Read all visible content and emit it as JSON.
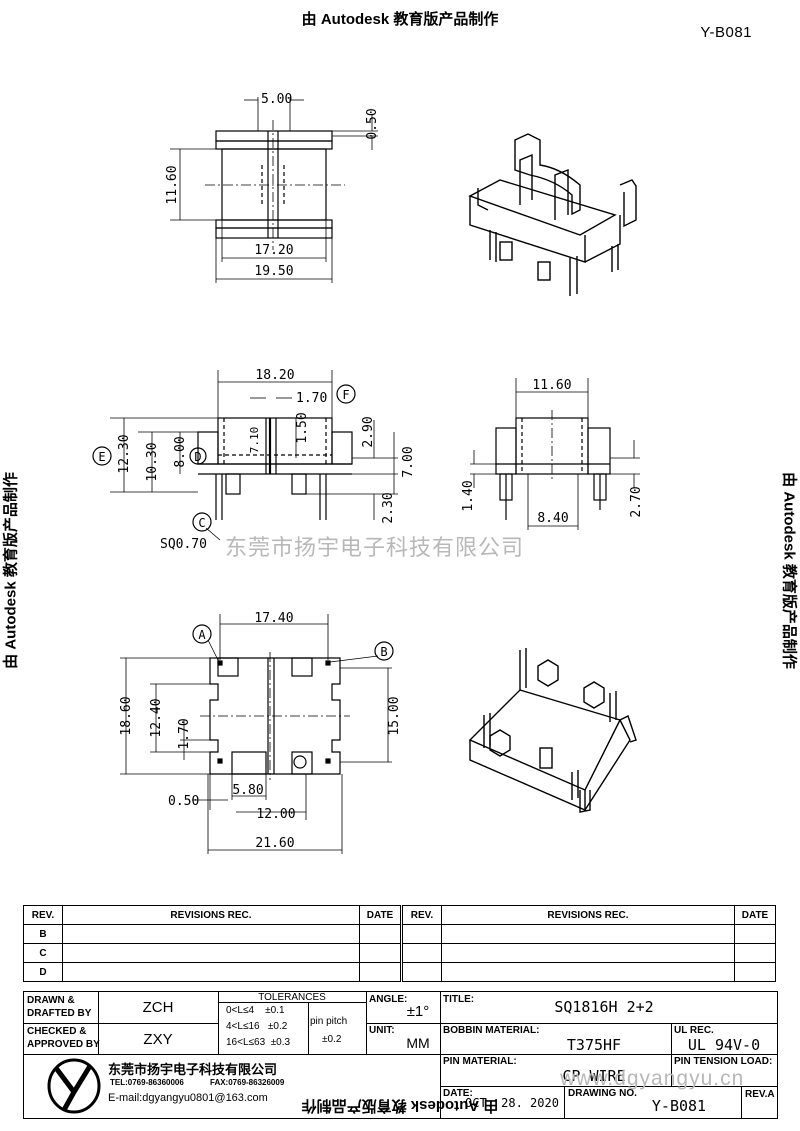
{
  "watermark": {
    "top": "由 Autodesk 教育版产品制作",
    "side": "由 Autodesk 教育版产品制作",
    "bottom": "由 Autodesk 教育版产品制作",
    "center": "东莞市扬宇电子科技有限公司",
    "website": "www.dgyangyu.cn"
  },
  "drawing_number_top": "Y-B081",
  "dimensions": {
    "top_view": [
      "5.00",
      "0.50",
      "11.60",
      "17.20",
      "19.50"
    ],
    "front_view": [
      "18.20",
      "1.70",
      "7.10",
      "1.50",
      "2.90",
      "12.30",
      "10.30",
      "8.00",
      "7.00",
      "2.30",
      "SQ0.70"
    ],
    "side_view": [
      "11.60",
      "1.40",
      "8.40",
      "2.70"
    ],
    "bottom_view": [
      "17.40",
      "18.60",
      "12.40",
      "1.70",
      "15.00",
      "0.50",
      "5.80",
      "12.00",
      "21.60"
    ]
  },
  "callouts": [
    "A",
    "B",
    "C",
    "D",
    "E",
    "F"
  ],
  "revision_table": {
    "rev_header": "REV.",
    "revisions_header": "REVISIONS   REC.",
    "date_header": "DATE",
    "rows_left": [
      "B",
      "C",
      "D"
    ]
  },
  "title_block": {
    "drawn_label": "DRAWN &\nDRAFTED BY",
    "drawn_value": "ZCH",
    "checked_label": "CHECKED &\nAPPROVED BY",
    "checked_value": "ZXY",
    "tolerances_label": "TOLERANCES",
    "tol_rows": [
      "0<L≤4    ±0.1",
      "4<L≤16   ±0.2",
      "16<L≤63  ±0.3"
    ],
    "pin_pitch_label": "pin pitch",
    "pin_pitch_value": "±0.2",
    "angle_label": "ANGLE:",
    "angle_value": "±1°",
    "unit_label": "UNIT:",
    "unit_value": "MM",
    "title_label": "TITLE:",
    "title_value": "SQ1816H  2+2",
    "bobbin_label": "BOBBIN MATERIAL:",
    "bobbin_value": "T375HF",
    "ul_label": "UL REC.",
    "ul_value": "UL 94V-0",
    "pin_material_label": "PIN MATERIAL:",
    "pin_material_value": "CP WIRE",
    "pin_tension_label": "PIN TENSION LOAD:",
    "date_label": "DATE:",
    "date_value": "OCT. 28. 2020",
    "drawing_no_label": "DRAWING NO.",
    "drawing_no_value": "Y-B081",
    "rev_label": "REV.A",
    "company_name": "东莞市扬宇电子科技有限公司",
    "tel": "TEL:0769-86360006",
    "fax": "FAX:0769-86326009",
    "email": "E-mail:dgyangyu0801@163.com"
  }
}
